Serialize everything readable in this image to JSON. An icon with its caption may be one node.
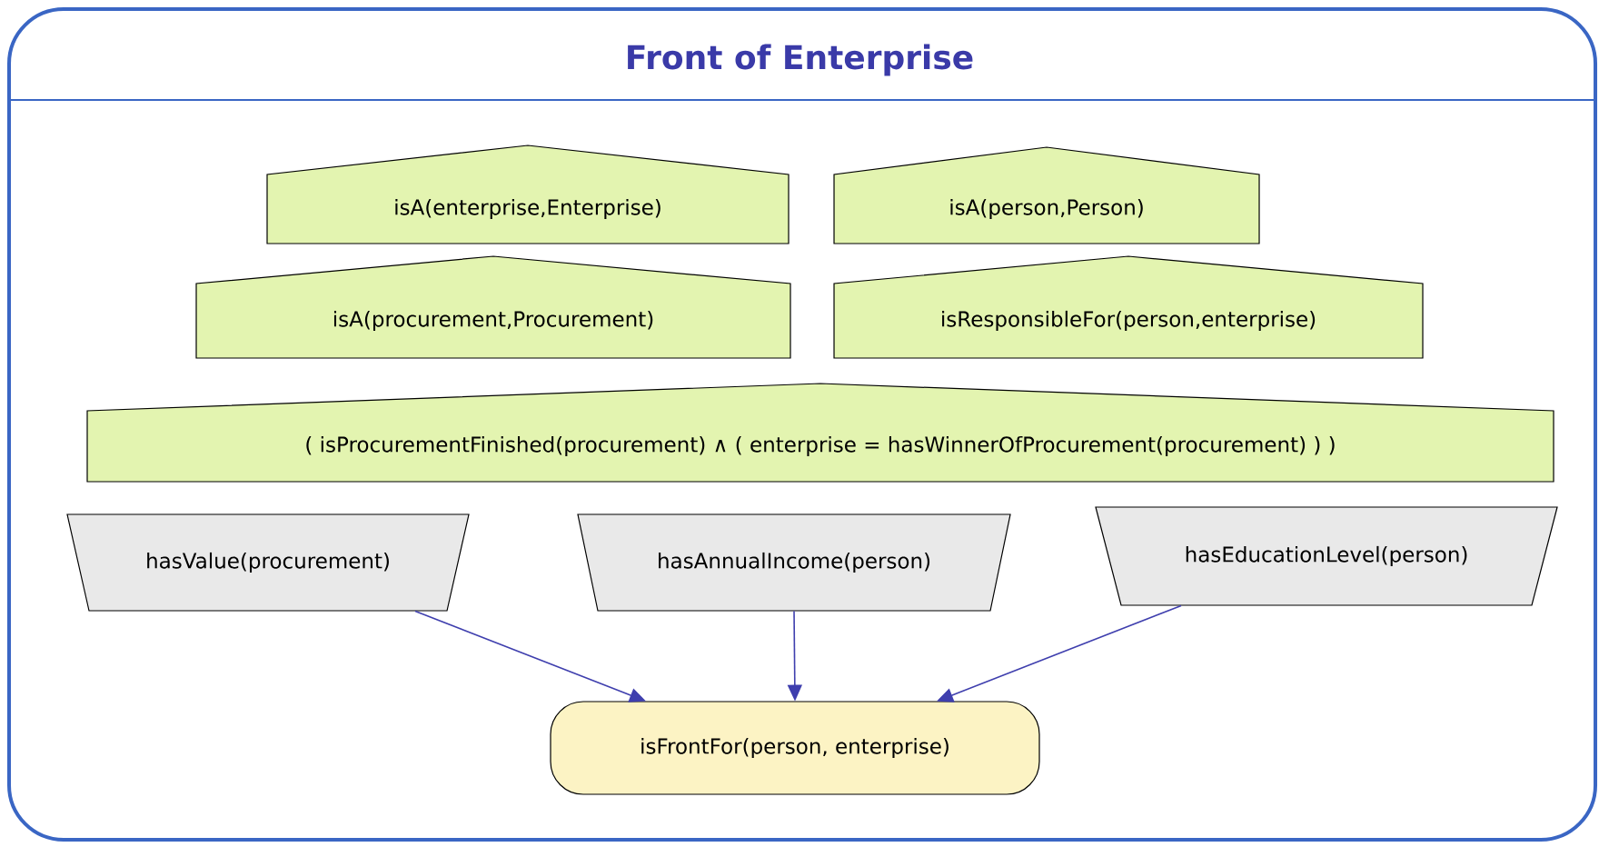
{
  "diagram": {
    "nodes": [
      {
        "text": [
          "Front of Enterprise"
        ]
      },
      {
        "text": [
          "isA(enterprise,Enterprise)"
        ],
        "in": 0
      },
      {
        "text": [
          "isA(person,Person)"
        ],
        "in": 0
      },
      {
        "text": [
          "isA(procurement,Procurement)"
        ],
        "in": 0
      },
      {
        "text": [
          "isResponsibleFor(person,enterprise)"
        ],
        "in": 0
      },
      {
        "text": [
          "( isProcurementFinished(procurement) ∧ ( enterprise = hasWinnerOfProcurement(procurement) ) )"
        ],
        "in": 0
      },
      {
        "text": [
          "hasValue(procurement)"
        ],
        "in": 0
      },
      {
        "text": [
          "hasAnnualIncome(person)"
        ],
        "in": 0
      },
      {
        "text": [
          "hasEducationLevel(person)"
        ],
        "in": 0
      },
      {
        "text": [
          "isFrontFor(person, enterprise)"
        ],
        "in": 0
      }
    ],
    "edges": [
      {
        "from": 6,
        "to": 9,
        "arrow": "to"
      },
      {
        "from": 7,
        "to": 9,
        "arrow": "to"
      },
      {
        "from": 8,
        "to": 9,
        "arrow": "to"
      }
    ]
  }
}
